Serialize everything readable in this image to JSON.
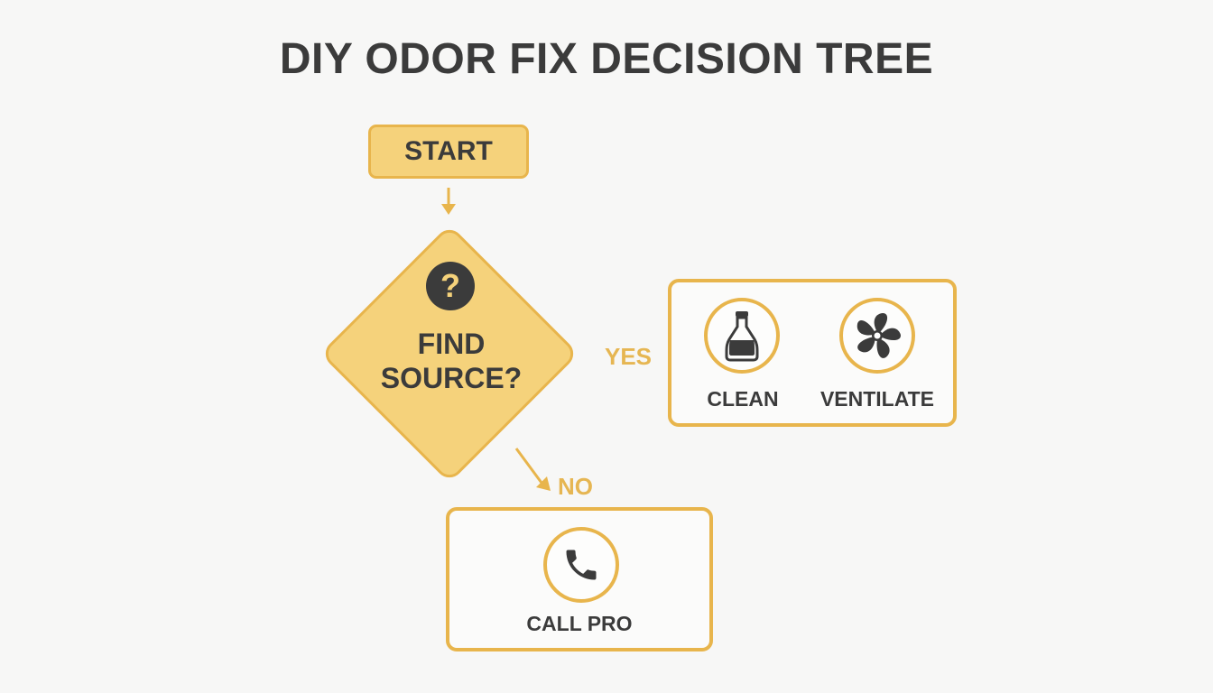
{
  "title": "DIY ODOR FIX DECISION TREE",
  "nodes": {
    "start": {
      "label": "START"
    },
    "decision": {
      "label_line1": "FIND",
      "label_line2": "SOURCE?",
      "icon": "question-mark-icon",
      "icon_glyph": "?"
    },
    "yes_branch": {
      "label": "YES",
      "actions": [
        {
          "label": "CLEAN",
          "icon": "bottle-icon"
        },
        {
          "label": "VENTILATE",
          "icon": "fan-icon"
        }
      ]
    },
    "no_branch": {
      "label": "NO",
      "actions": [
        {
          "label": "CALL PRO",
          "icon": "phone-icon"
        }
      ]
    }
  },
  "colors": {
    "accent": "#e8b54c",
    "fill": "#f5d27b",
    "text": "#3b3b3b",
    "background": "#f7f7f6"
  }
}
